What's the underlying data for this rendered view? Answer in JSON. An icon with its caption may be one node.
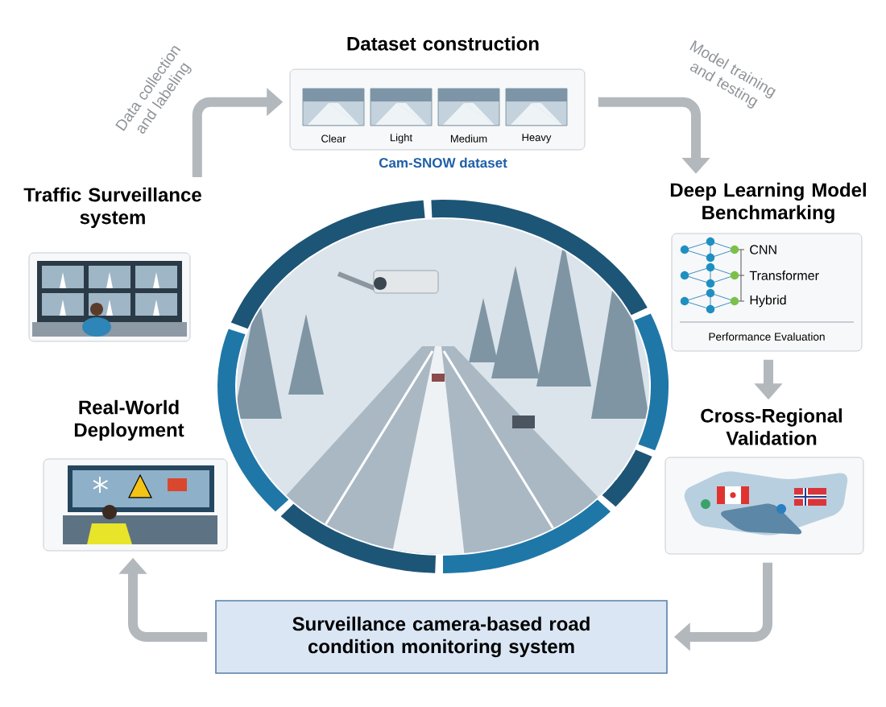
{
  "diagram": {
    "nodes": [
      {
        "text": [
          "Traffic Surveillance system"
        ]
      },
      {
        "text": [
          "Dataset construction",
          "Cam-SNOW dataset"
        ]
      },
      {
        "text": [
          "Deep Learning Model Benchmarking",
          "Performance Evaluation"
        ]
      },
      {
        "text": [
          "Cross-Regional Validation"
        ]
      },
      {
        "text": [
          "Surveillance camera-based road condition monitoring system"
        ]
      },
      {
        "text": [
          "Real-World Deployment"
        ]
      }
    ],
    "edges": [
      {
        "from": 0,
        "to": 1,
        "arrow": "to",
        "label": "Data collection and labeling"
      },
      {
        "from": 1,
        "to": 2,
        "arrow": "to",
        "label": "Model training and testing"
      },
      {
        "from": 2,
        "to": 3,
        "arrow": "to"
      },
      {
        "from": 3,
        "to": 4,
        "arrow": "to"
      },
      {
        "from": 4,
        "to": 5,
        "arrow": "to"
      }
    ],
    "labels": [
      "Clear",
      "Light",
      "Medium",
      "Heavy",
      "CNN",
      "Transformer",
      "Hybrid"
    ]
  }
}
